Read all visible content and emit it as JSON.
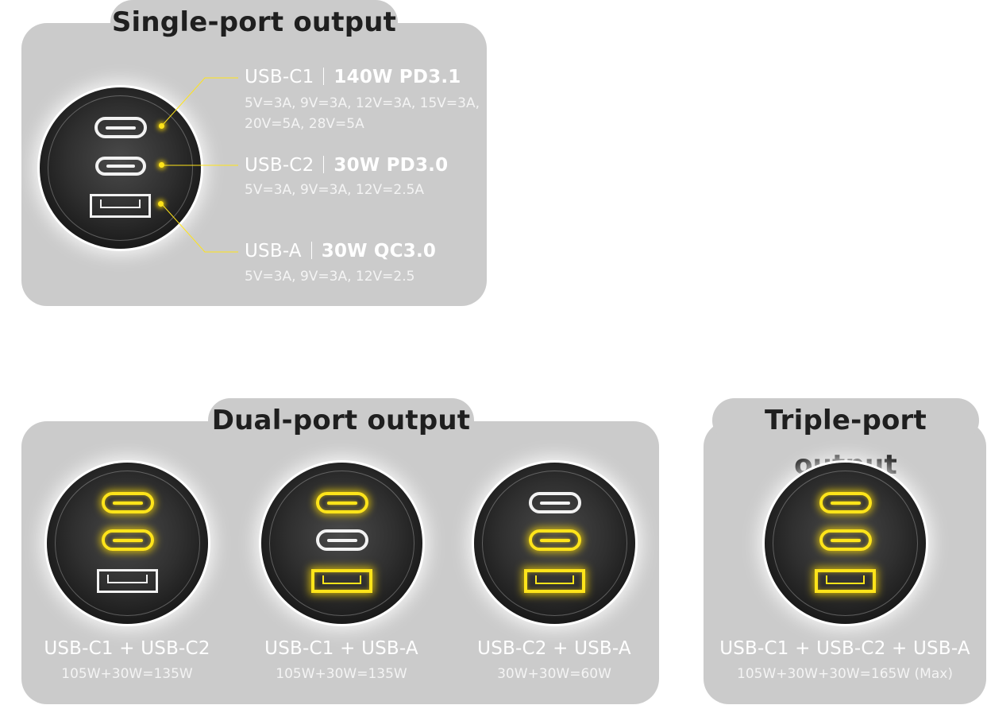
{
  "colors": {
    "panel": "#cbcbcb",
    "active": "#ffe41a",
    "inactive": "#f2f2f2",
    "face": "#2f2f2f"
  },
  "single": {
    "title": "Single-port output",
    "ports": [
      {
        "name": "USB-C1",
        "spec": "140W PD3.1",
        "detail": "5V=3A, 9V=3A, 12V=3A, 15V=3A, 20V=5A, 28V=5A"
      },
      {
        "name": "USB-C2",
        "spec": "30W PD3.0",
        "detail": "5V=3A, 9V=3A, 12V=2.5A"
      },
      {
        "name": "USB-A",
        "spec": "30W QC3.0",
        "detail": "5V=3A, 9V=3A, 12V=2.5"
      }
    ]
  },
  "dual": {
    "title": "Dual-port output",
    "combos": [
      {
        "label": "USB-C1 + USB-C2",
        "power": "105W+30W=135W",
        "active": [
          true,
          true,
          false
        ]
      },
      {
        "label": "USB-C1 + USB-A",
        "power": "105W+30W=135W",
        "active": [
          true,
          false,
          true
        ]
      },
      {
        "label": "USB-C2 + USB-A",
        "power": "30W+30W=60W",
        "active": [
          false,
          true,
          true
        ]
      }
    ]
  },
  "triple": {
    "title": "Triple-port output",
    "combos": [
      {
        "label": "USB-C1 + USB-C2 + USB-A",
        "power": "105W+30W+30W=165W (Max)",
        "active": [
          true,
          true,
          true
        ]
      }
    ]
  }
}
